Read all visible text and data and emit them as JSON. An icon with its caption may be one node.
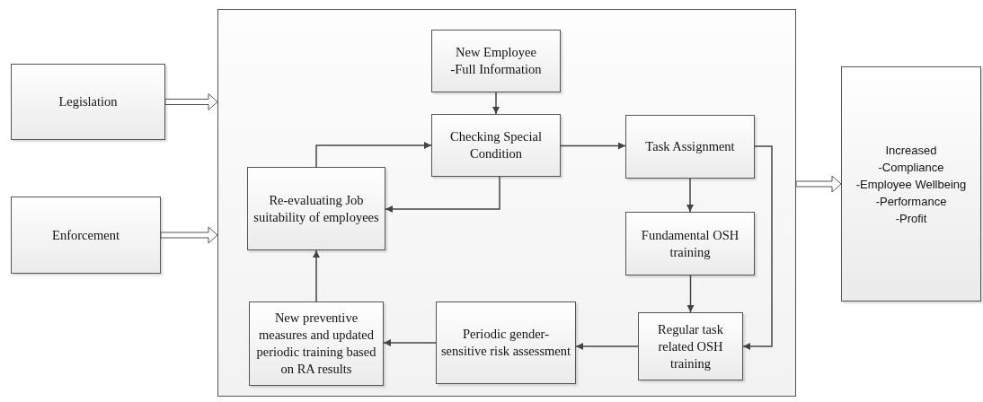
{
  "diagram": {
    "nodes": [
      {
        "text": [
          "Legislation"
        ]
      },
      {
        "text": [
          "Enforcement"
        ]
      },
      {
        "text": [],
        "shape": "box"
      },
      {
        "text": [
          "New Employee",
          "-Full Information"
        ],
        "in": 2
      },
      {
        "text": [
          "Checking Special Condition"
        ],
        "in": 2
      },
      {
        "text": [
          "Task Assignment"
        ],
        "in": 2
      },
      {
        "text": [
          "Re-evaluating Job suitability of employees"
        ],
        "in": 2
      },
      {
        "text": [
          "Fundamental OSH training"
        ],
        "in": 2
      },
      {
        "text": [
          "New preventive measures and updated periodic training based on RA results"
        ],
        "in": 2
      },
      {
        "text": [
          "Periodic gender-sensitive risk assessment"
        ],
        "in": 2
      },
      {
        "text": [
          "Regular task related OSH training"
        ],
        "in": 2
      },
      {
        "text": [
          "Increased",
          "-Compliance",
          "-Employee Wellbeing",
          "-Performance",
          "-Profit"
        ]
      }
    ],
    "edges": [
      {
        "from": 0,
        "to": 2,
        "arrow": "to",
        "style": "thick"
      },
      {
        "from": 1,
        "to": 2,
        "arrow": "to",
        "style": "thick"
      },
      {
        "from": 2,
        "to": 11,
        "arrow": "to",
        "style": "thick"
      },
      {
        "from": 3,
        "to": 4,
        "arrow": "to"
      },
      {
        "from": 4,
        "to": 5,
        "arrow": "to"
      },
      {
        "from": 5,
        "to": 7,
        "arrow": "to"
      },
      {
        "from": 7,
        "to": 10,
        "arrow": "to"
      },
      {
        "from": 5,
        "to": 10,
        "arrow": "to"
      },
      {
        "from": 10,
        "to": 9,
        "arrow": "to"
      },
      {
        "from": 9,
        "to": 8,
        "arrow": "to"
      },
      {
        "from": 8,
        "to": 6,
        "arrow": "to"
      },
      {
        "from": 6,
        "to": 4,
        "arrow": "to"
      },
      {
        "from": 4,
        "to": 6,
        "arrow": "to"
      }
    ]
  }
}
